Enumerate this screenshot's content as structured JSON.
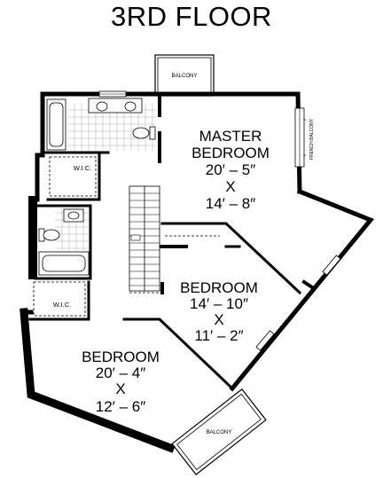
{
  "title": "3RD FLOOR",
  "rooms": {
    "master": {
      "name_1": "MASTER",
      "name_2": "BEDROOM",
      "dim_1": "20′ – 5″",
      "x": "X",
      "dim_2": "14′ – 8″"
    },
    "bedroom_mid": {
      "name": "BEDROOM",
      "dim_1": "14′ – 10″",
      "x": "X",
      "dim_2": "11′ – 2″"
    },
    "bedroom_low": {
      "name": "BEDROOM",
      "dim_1": "20′ – 4″",
      "x": "X",
      "dim_2": "12′ – 6″"
    }
  },
  "labels": {
    "balcony_top": "BALCONY",
    "balcony_bottom": "BALCONY",
    "french_balcony": "FRENCH BALCONY",
    "wic_upper": "W.I.C.",
    "wic_lower": "W.I.C."
  }
}
